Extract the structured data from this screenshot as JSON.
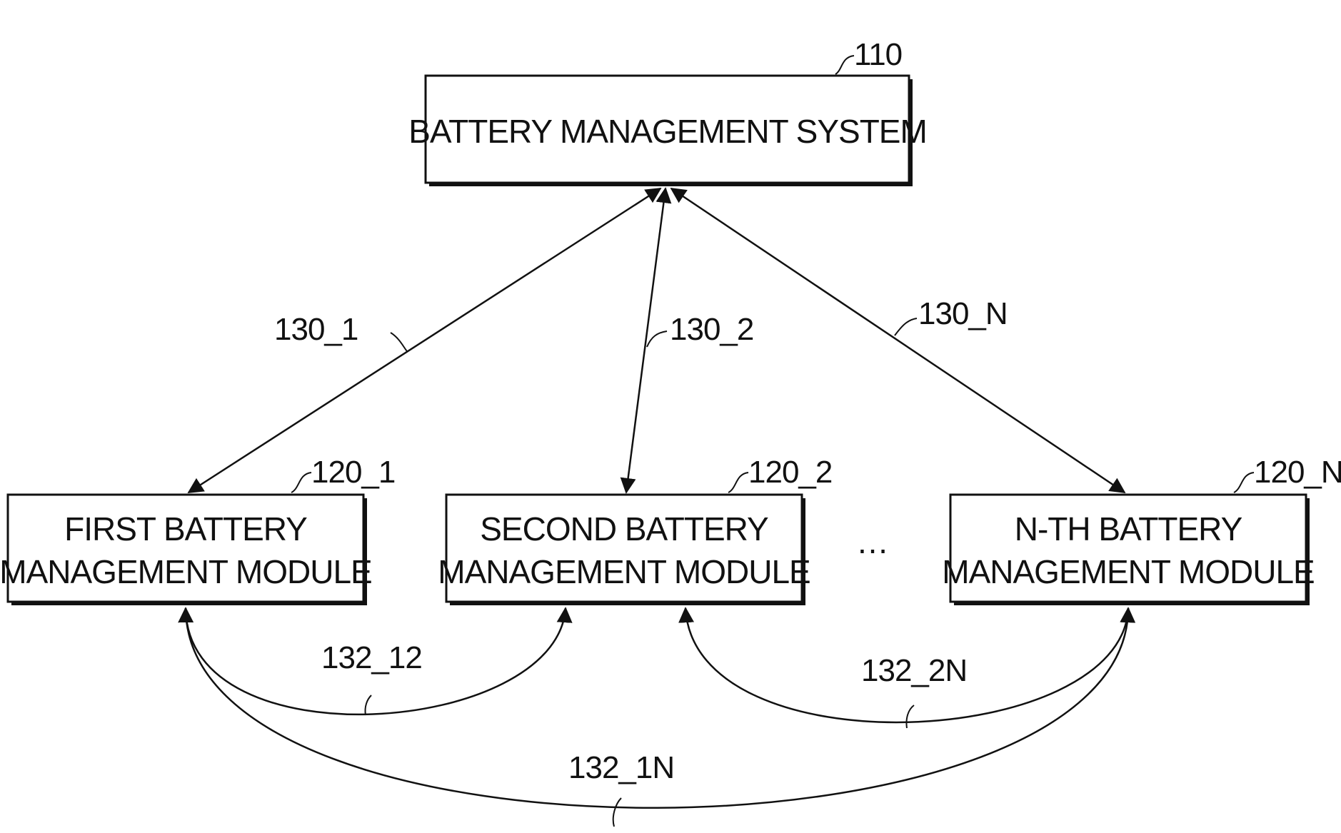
{
  "system": {
    "label": "BATTERY MANAGEMENT SYSTEM",
    "ref": "110"
  },
  "modules": [
    {
      "line1": "FIRST BATTERY",
      "line2": "MANAGEMENT MODULE",
      "ref": "120_1"
    },
    {
      "line1": "SECOND BATTERY",
      "line2": "MANAGEMENT MODULE",
      "ref": "120_2"
    },
    {
      "line1": "N-TH BATTERY",
      "line2": "MANAGEMENT MODULE",
      "ref": "120_N"
    }
  ],
  "ellipsis": "…",
  "links": {
    "l1": "130_1",
    "l2": "130_2",
    "lN": "130_N",
    "m12": "132_12",
    "m2N": "132_2N",
    "m1N": "132_1N"
  },
  "colors": {
    "ink": "#111111",
    "background": "#ffffff"
  }
}
